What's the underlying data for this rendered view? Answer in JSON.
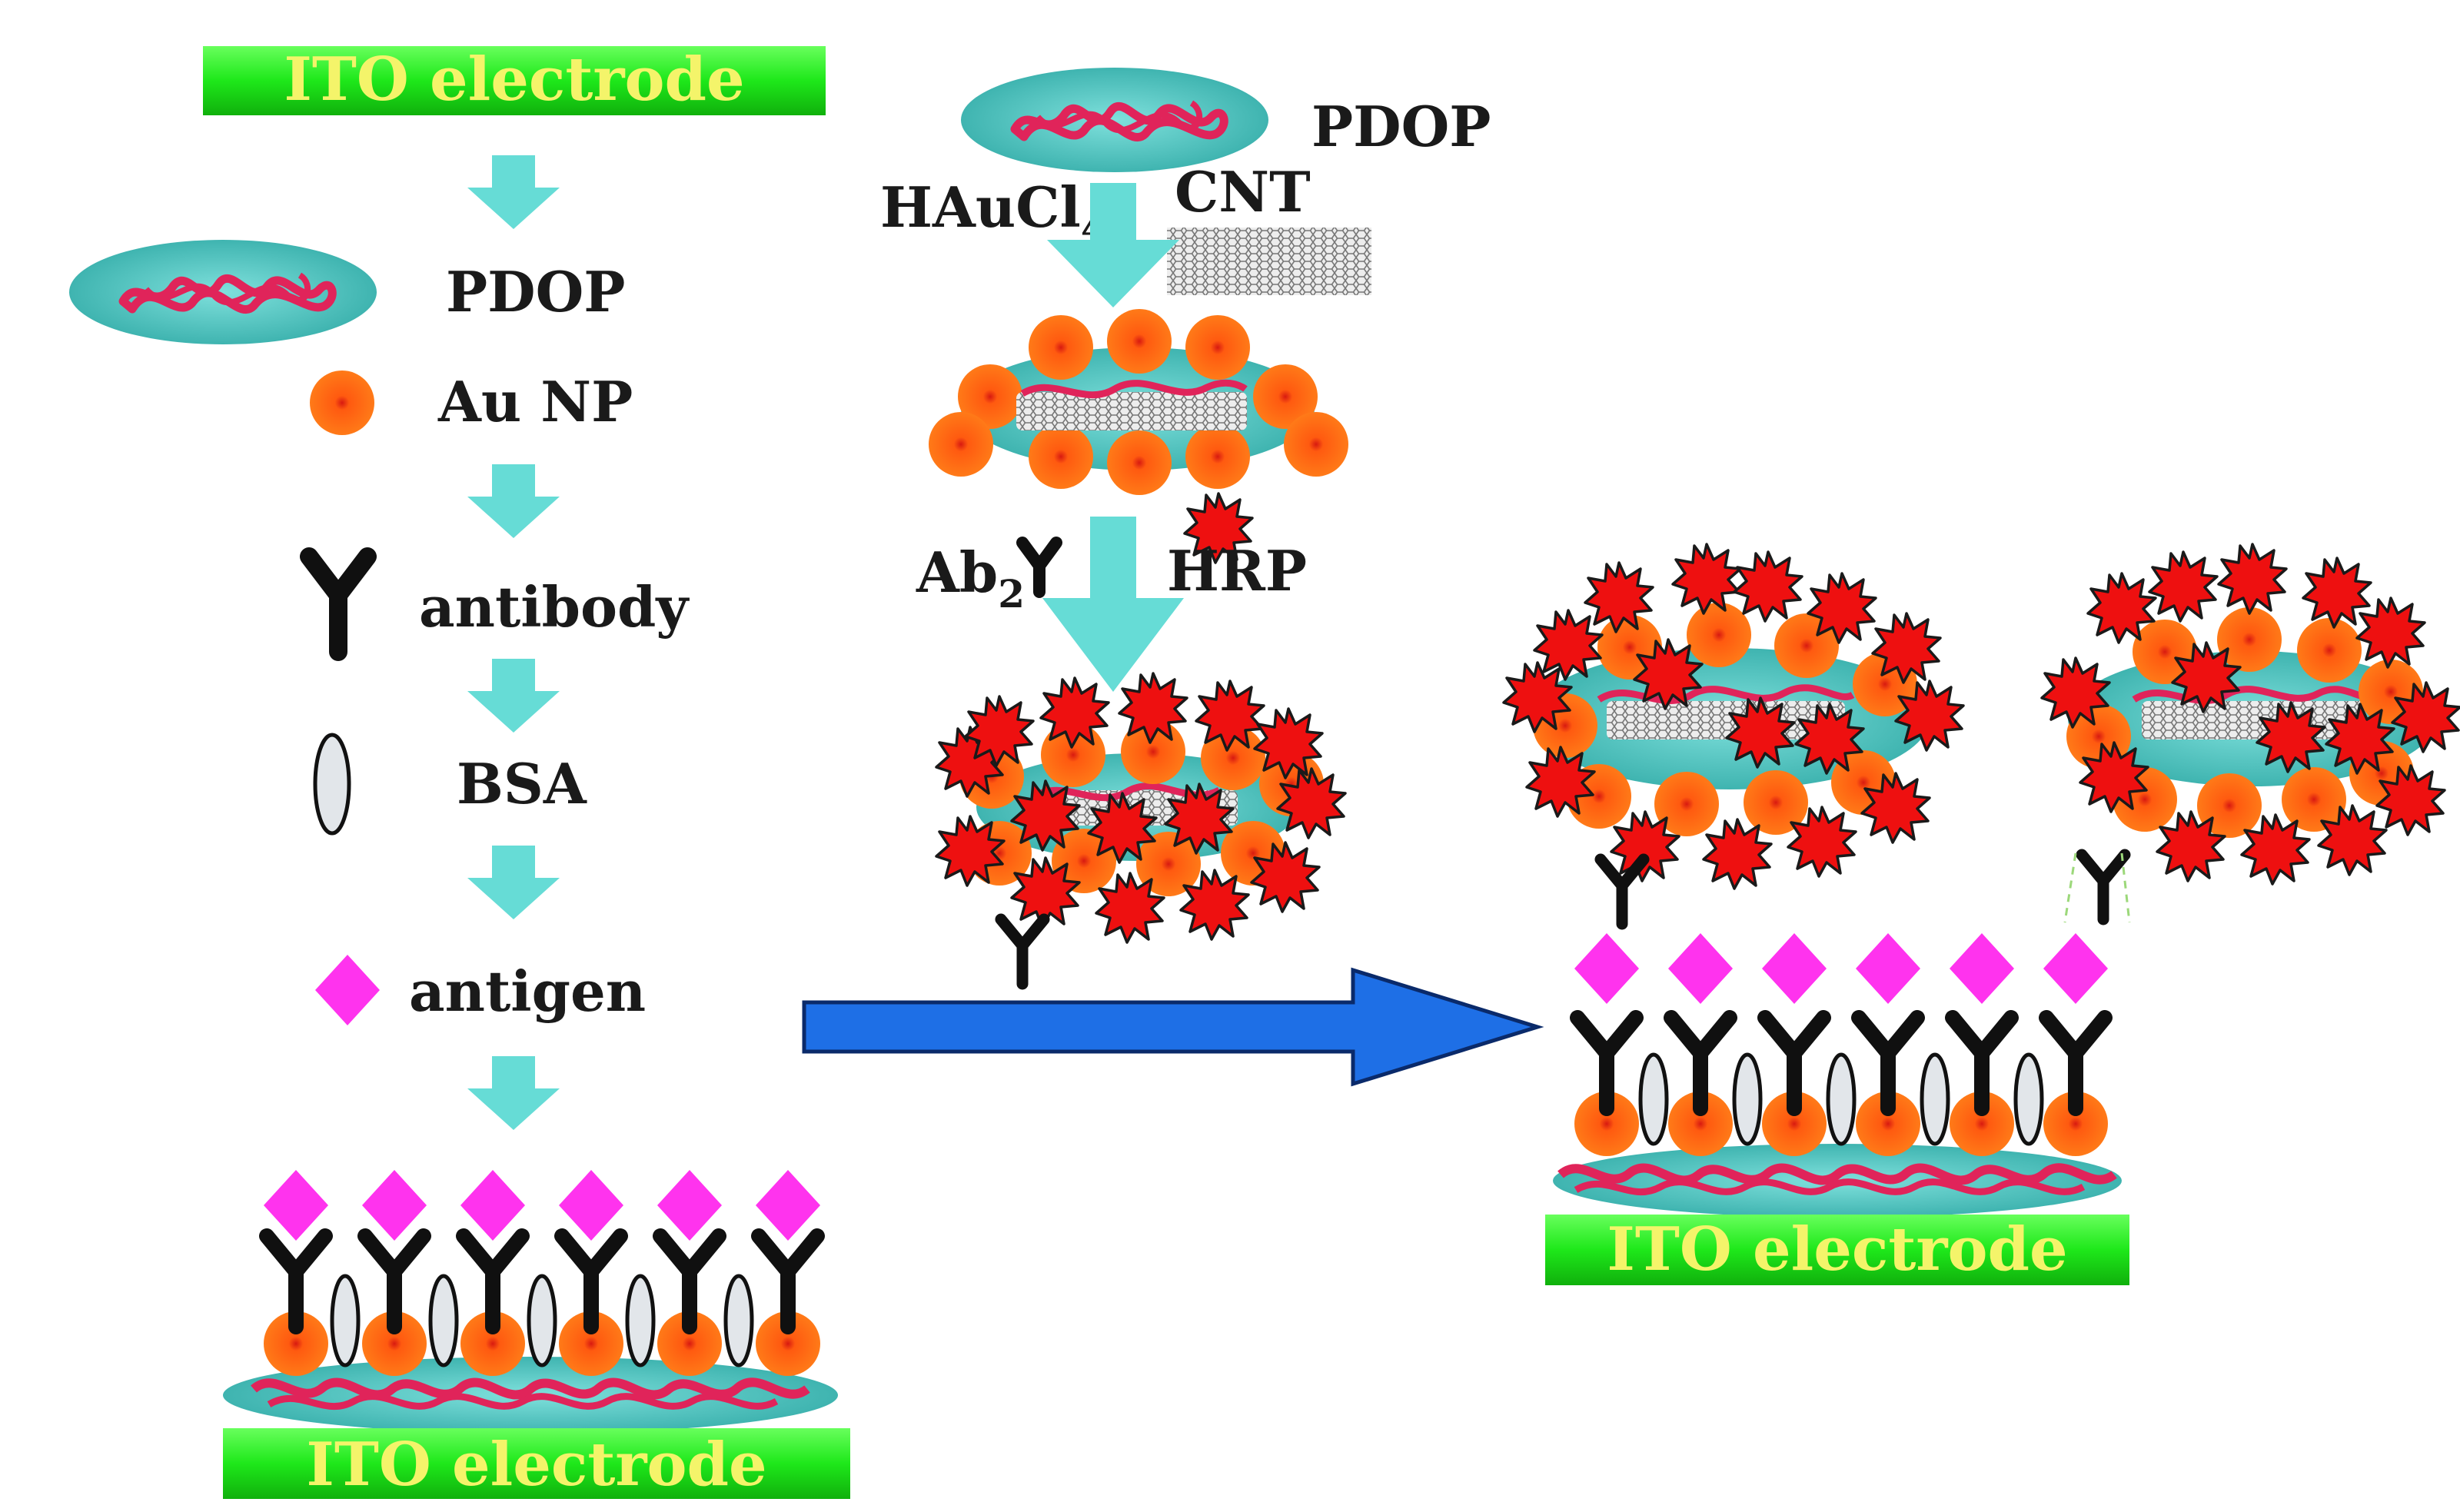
{
  "labels": {
    "ito_top": "ITO electrode",
    "ito_left_bottom": "ITO electrode",
    "ito_right_bottom": "ITO electrode",
    "pdop_left": "PDOP",
    "au_np": "Au NP",
    "antibody": "antibody",
    "bsa": "BSA",
    "antigen": "antigen",
    "pdop_mid": "PDOP",
    "haucl_main": "HAuCl",
    "haucl_sub": "4",
    "cnt": "CNT",
    "ab_main": "Ab",
    "ab_sub": "2",
    "hrp": "HRP"
  },
  "colors": {
    "electrode": "#22e81c",
    "pdop": "#5ecdc8",
    "pdop_chain": "#e0245a",
    "au_np": "#ff6a10",
    "hrp": "#ee1111",
    "antibody": "#111111",
    "antigen": "#ff33ee",
    "bsa": "#d8dce0",
    "flow_arrow": "#66dcd6",
    "main_arrow": "#1e6fe6",
    "cnt": "#9a9a9a"
  },
  "icons": {
    "au_np": "orange-circle",
    "antibody": "y-shape",
    "bsa": "white-ellipse",
    "antigen": "magenta-diamond",
    "hrp": "red-starburst",
    "cnt": "grey-mesh"
  }
}
